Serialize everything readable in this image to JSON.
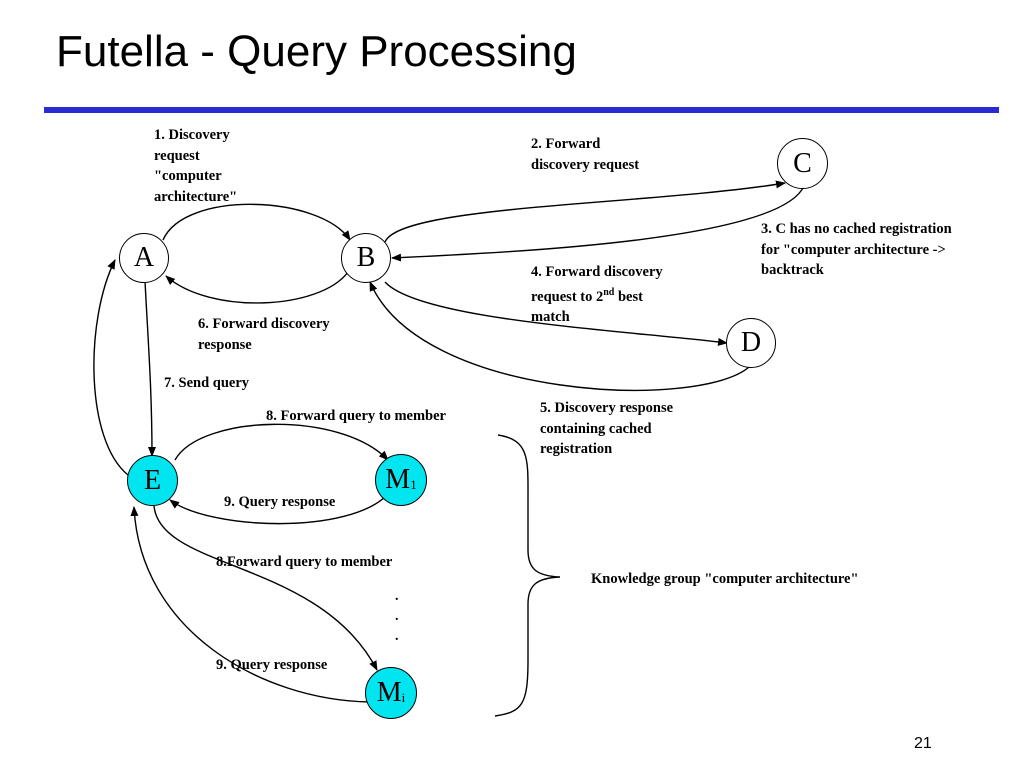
{
  "slide": {
    "title": "Futella - Query Processing",
    "page_number": "21",
    "accent_color": "#2b2bd4",
    "node_highlight_color": "#00e5f0"
  },
  "nodes": {
    "a": "A",
    "b": "B",
    "c": "C",
    "d": "D",
    "e": "E",
    "m1": {
      "base": "M",
      "sub": "1"
    },
    "mi": {
      "base": "M",
      "sub": "i"
    }
  },
  "labels": {
    "step1": "1. Discovery\nrequest\n\"computer\narchitecture\"",
    "step2": "2. Forward\ndiscovery request",
    "step3": "3. C has no cached registration\nfor \"computer architecture ->\nbacktrack",
    "step4_main": "4. Forward discovery\nrequest to 2",
    "step4_sup": "nd",
    "step4_tail": " best",
    "step4_line3": "match",
    "step5": "5. Discovery response\ncontaining cached\nregistration",
    "step6": "6. Forward discovery\nresponse",
    "step7": "7. Send query",
    "step8a": "8. Forward query to member",
    "step8b": "8.Forward query to member",
    "step9a": "9. Query response",
    "step9b": "9. Query response",
    "group": "Knowledge group \"computer architecture\"",
    "ellipsis": ".",
    "dots": [
      ".",
      ".",
      "."
    ]
  }
}
